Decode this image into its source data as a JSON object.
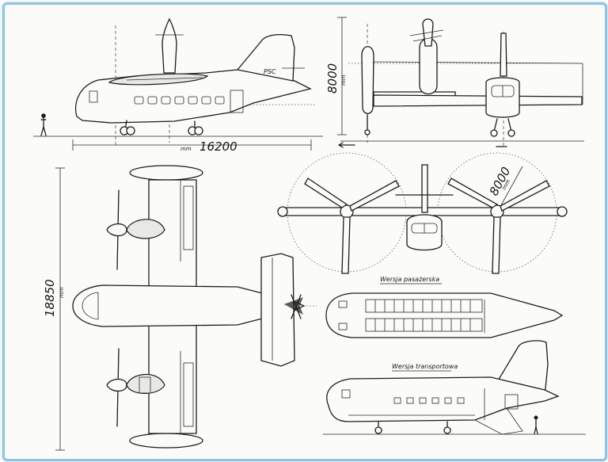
{
  "frame": {
    "border_color": "#8fc3e6",
    "paper_color": "#fbfbf9",
    "ink_color": "#1c1c1c"
  },
  "dimensions": {
    "length": "16200",
    "height": "8000",
    "span": "18850",
    "rotor": "8000",
    "unit": "mm"
  },
  "registration": "PSC",
  "labels": {
    "passenger_version": "Wersja pasażerska",
    "transport_version": "Wersja transportowa"
  }
}
